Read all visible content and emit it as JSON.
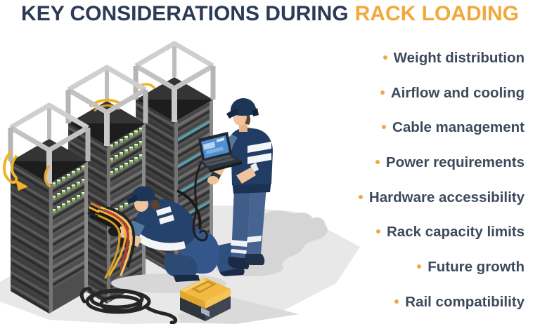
{
  "title": {
    "prefix": "KEY CONSIDERATIONS DURING",
    "highlight": "RACK LOADING"
  },
  "considerations": [
    {
      "label": "Weight distribution"
    },
    {
      "label": "Airflow and cooling"
    },
    {
      "label": "Cable management"
    },
    {
      "label": "Power requirements"
    },
    {
      "label": "Hardware accessibility"
    },
    {
      "label": "Rack capacity limits"
    },
    {
      "label": "Future growth"
    },
    {
      "label": "Rail compatibility"
    }
  ],
  "colors": {
    "title_text": "#2B3A55",
    "accent_orange": "#F2A93B",
    "list_text": "#3D4A5C",
    "bullet_dot": "#EDA83F",
    "rack_body_dark": "#3F3F3F",
    "rack_frame_gray": "#C9C9C9",
    "connector_green": "#76B043",
    "uniform_navy": "#1D3557",
    "uniform_blue": "#3F5D88",
    "cable_yellow": "#F0B429",
    "toolbox_yellow": "#F3B940",
    "floor_shadow": "#E8E8E8"
  },
  "illustration": {
    "components": [
      "server-rack-tall",
      "server-rack-medium",
      "server-rack-short",
      "technician-standing-with-laptop",
      "technician-kneeling-with-cables",
      "toolbox",
      "coiled-cable"
    ]
  }
}
